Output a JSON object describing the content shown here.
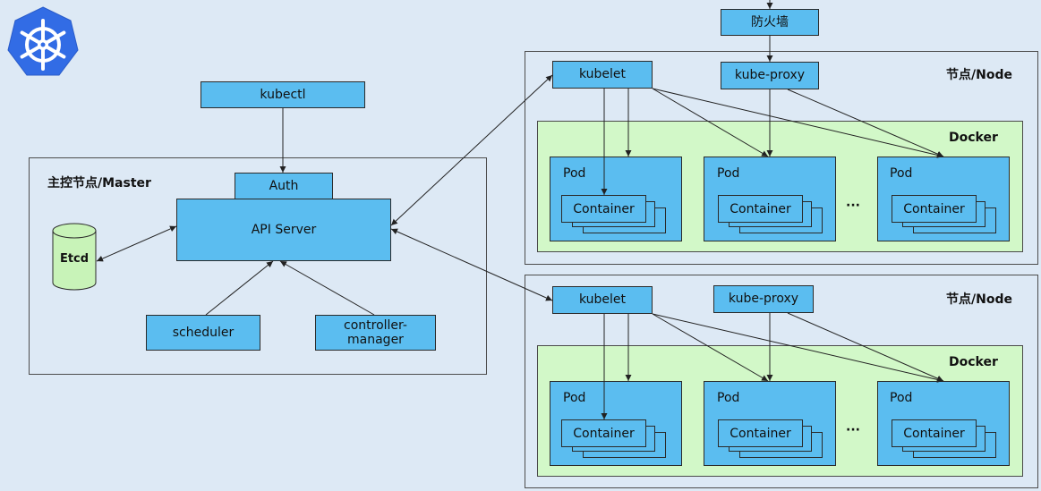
{
  "logo": {
    "icon": "kubernetes-helm-wheel-icon",
    "color": "#326ce5"
  },
  "firewall": {
    "label": "防火墙"
  },
  "master": {
    "title": "主控节点/Master",
    "kubectl": "kubectl",
    "auth": "Auth",
    "api_server": "API Server",
    "etcd": "Etcd",
    "scheduler": "scheduler",
    "controller_manager": "controller-\nmanager"
  },
  "nodes": [
    {
      "title": "节点/Node",
      "kubelet": "kubelet",
      "kube_proxy": "kube-proxy",
      "docker": "Docker",
      "pods": [
        {
          "label": "Pod",
          "container": "Container"
        },
        {
          "label": "Pod",
          "container": "Container"
        },
        {
          "label": "Pod",
          "container": "Container"
        }
      ],
      "ellipsis": "···"
    },
    {
      "title": "节点/Node",
      "kubelet": "kubelet",
      "kube_proxy": "kube-proxy",
      "docker": "Docker",
      "pods": [
        {
          "label": "Pod",
          "container": "Container"
        },
        {
          "label": "Pod",
          "container": "Container"
        },
        {
          "label": "Pod",
          "container": "Container"
        }
      ],
      "ellipsis": "···"
    }
  ],
  "colors": {
    "background": "#dde9f5",
    "component": "#5bbdf0",
    "docker": "#d2f8c8",
    "etcd": "#c8f3b8"
  }
}
